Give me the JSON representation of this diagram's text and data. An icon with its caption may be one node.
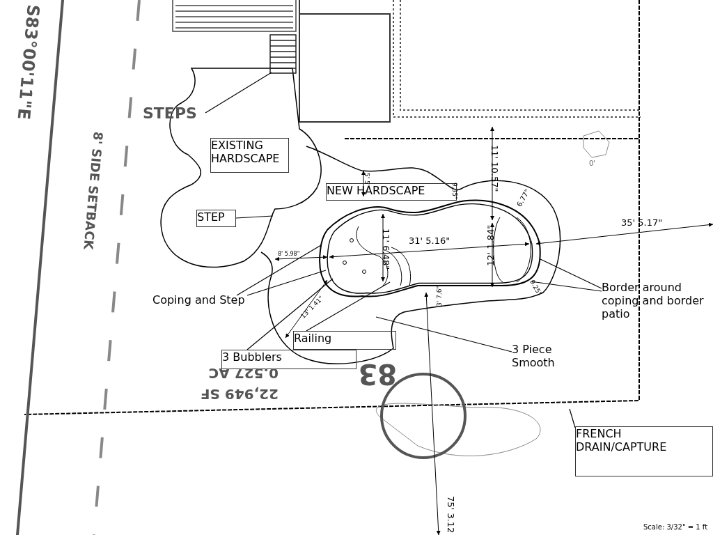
{
  "diagram": {
    "nodes": [
      {
        "text": [
          "EXISTING HARDSCAPE"
        ]
      },
      {
        "text": [
          "STEP"
        ]
      },
      {
        "text": [
          "NEW HARDSCAPE"
        ]
      },
      {
        "text": [
          "Coping and Step"
        ]
      },
      {
        "text": [
          "3 Bubblers"
        ]
      },
      {
        "text": [
          "Railing"
        ]
      },
      {
        "text": [
          "3 Piece Smooth"
        ]
      },
      {
        "text": [
          "Border around coping and border patio"
        ]
      },
      {
        "text": [
          "FRENCH DRAIN/CAPTURE"
        ]
      },
      {
        "text": [
          "STEPS"
        ]
      },
      {
        "text": [],
        "shape": "picture"
      },
      {
        "text": [],
        "shape": "picture"
      }
    ],
    "edges": [
      {
        "from": 1,
        "to": null,
        "arrow": "none"
      },
      {
        "from": 3,
        "to": 11,
        "arrow": "none"
      },
      {
        "from": 3,
        "to": 11,
        "arrow": "none"
      },
      {
        "from": 4,
        "to": 11,
        "arrow": "none"
      },
      {
        "from": 5,
        "to": 11,
        "arrow": "none"
      },
      {
        "from": 6,
        "to": null,
        "arrow": "none"
      },
      {
        "from": 7,
        "to": 11,
        "arrow": "none"
      },
      {
        "from": 7,
        "to": 11,
        "arrow": "none"
      },
      {
        "from": 8,
        "to": null,
        "arrow": "none"
      },
      {
        "from": 9,
        "to": 10,
        "arrow": "none"
      }
    ],
    "labels": [
      "S83°00'11\"E",
      "8' SIDE SETBACK",
      "0'",
      "11' 10.57\"",
      "5' 5\"",
      "9.35\"",
      "6.77\"",
      "11' 6.48\"",
      "31' 5.16\"",
      "12' 1.84\"",
      "35' 5.17\"",
      "8' 5.98\"",
      "9.25\"",
      "3' 7.6\"",
      "13' 1.41\"",
      "0.527 AC",
      "22,949 SF",
      "83",
      "75' 3.12",
      "Scale: 3/32\" = 1 ft"
    ]
  }
}
